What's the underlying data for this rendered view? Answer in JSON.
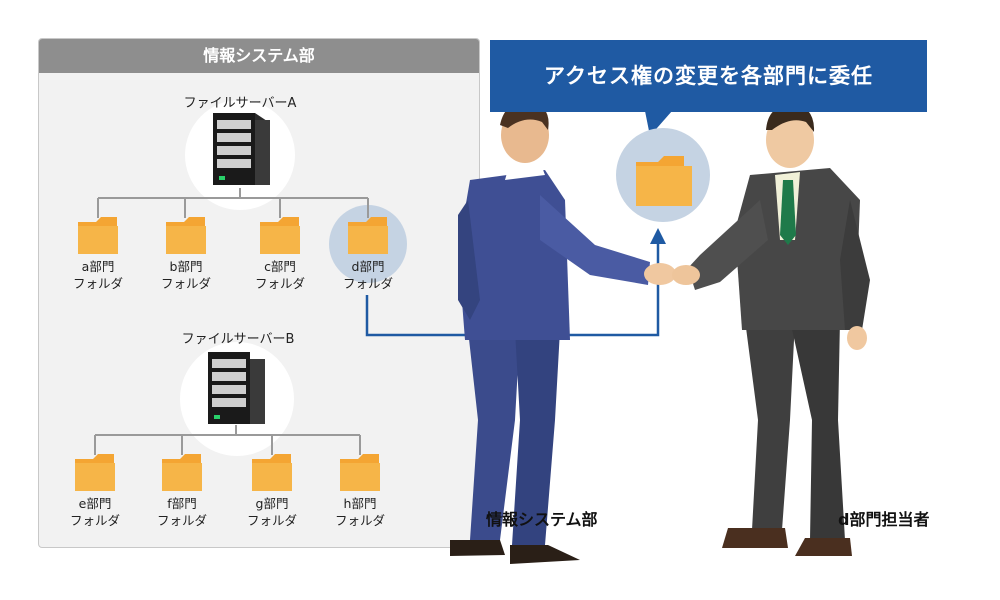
{
  "panel": {
    "title": "情報システム部"
  },
  "server_a": {
    "label": "ファイルサーバーA",
    "folders": [
      {
        "line1": "a部門",
        "line2": "フォルダ"
      },
      {
        "line1": "b部門",
        "line2": "フォルダ"
      },
      {
        "line1": "c部門",
        "line2": "フォルダ"
      },
      {
        "line1": "d部門",
        "line2": "フォルダ"
      }
    ]
  },
  "server_b": {
    "label": "ファイルサーバーB",
    "folders": [
      {
        "line1": "e部門",
        "line2": "フォルダ"
      },
      {
        "line1": "f部門",
        "line2": "フォルダ"
      },
      {
        "line1": "g部門",
        "line2": "フォルダ"
      },
      {
        "line1": "h部門",
        "line2": "フォルダ"
      }
    ]
  },
  "banner": {
    "text": "アクセス権の変更を各部門に委任"
  },
  "people": {
    "left": "情報システム部",
    "right": "d部門担当者"
  },
  "colors": {
    "banner": "#1f5aa3",
    "connector": "#1f5aa3",
    "folder": "#f4a533",
    "selected_circle": "#c5d3e3",
    "tree_line": "#9a9a9a"
  }
}
